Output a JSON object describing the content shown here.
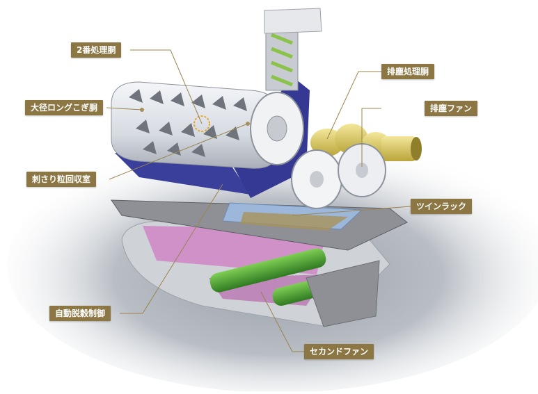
{
  "labels": {
    "second_processing_drum": "2番処理胴",
    "large_long_threshing_drum": "大径ロングこぎ胴",
    "awn_grain_recovery_chamber": "刺さり粒回収室",
    "auto_threshing_control": "自動脱穀制御",
    "dust_processing_drum": "排塵処理胴",
    "dust_fan": "排塵ファン",
    "twin_rack": "ツインラック",
    "second_fan": "セカンドファン"
  },
  "colors": {
    "callout_background": "#8c7643",
    "callout_text": "#ffffff",
    "leader_line": "#9a8450",
    "drum_body": "#dfe3ea",
    "frame_purple": "#3b3f9c",
    "screw_yellow": "#d9c84a",
    "screw_green": "#3f8f2c",
    "trough_pink": "#cf86c6",
    "sieve_gray": "#8e9095"
  }
}
